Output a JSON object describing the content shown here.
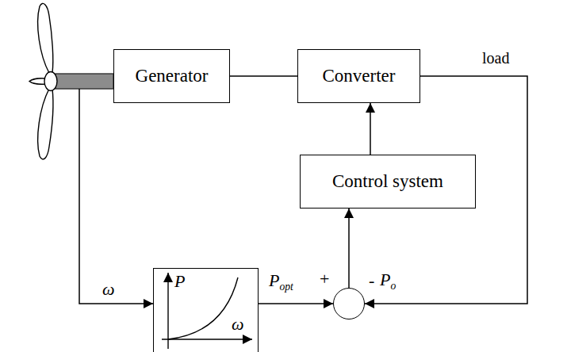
{
  "diagram": {
    "nodes": [
      {
        "text": [
          "Generator"
        ]
      },
      {
        "text": [
          "Converter"
        ]
      },
      {
        "text": [
          "Control system"
        ]
      },
      {
        "text": [
          "+",
          "-"
        ]
      },
      {
        "text": [
          "P",
          "ω"
        ]
      }
    ],
    "edges": [
      {
        "from": 0,
        "to": 1,
        "arrow": "none"
      },
      {
        "from": 2,
        "to": 1,
        "arrow": "to"
      },
      {
        "from": 3,
        "to": 2,
        "arrow": "to"
      },
      {
        "from": 4,
        "to": 3,
        "label": "Popt",
        "arrow": "to"
      },
      {
        "from": 1,
        "to": 3,
        "label": "Po",
        "arrow": "to"
      }
    ],
    "labels": [
      "load",
      "ω"
    ]
  }
}
